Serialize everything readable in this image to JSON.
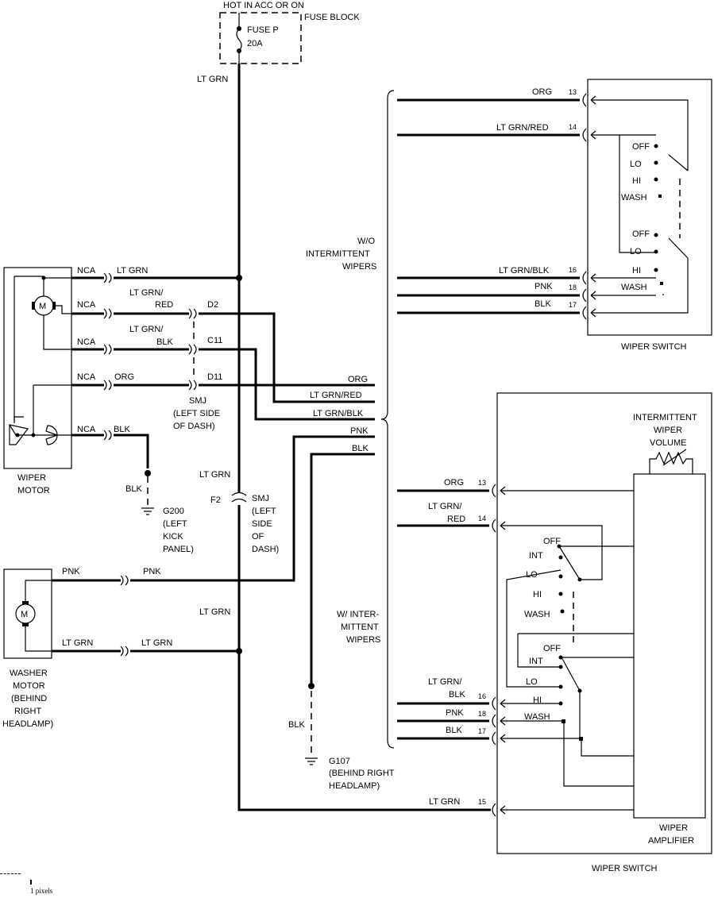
{
  "labels": {
    "hot_in": "HOT IN ACC OR ON",
    "fuse_block": "FUSE BLOCK",
    "fuse_name": "FUSE P",
    "fuse_rating": "20A",
    "lt_grn": "LT GRN",
    "nca": "NCA",
    "lt_grn_slash": "LT GRN/",
    "red": "RED",
    "blk": "BLK",
    "org": "ORG",
    "pnk": "PNK",
    "d2": "D2",
    "c11": "C11",
    "d11": "D11",
    "smj": "SMJ",
    "left_side_of_dash_1": "(LEFT SIDE",
    "left_side_of_dash_2": "OF DASH)",
    "wiper_motor_1": "WIPER",
    "wiper_motor_2": "MOTOR",
    "g200": "G200",
    "g200_loc_1": "(LEFT",
    "g200_loc_2": "KICK",
    "g200_loc_3": "PANEL)",
    "f2": "F2",
    "smj_left": "(LEFT",
    "smj_side": "SIDE",
    "smj_of": "OF",
    "smj_dash": "DASH)",
    "washer_1": "WASHER",
    "washer_2": "MOTOR",
    "washer_3": "(BEHIND",
    "washer_4": "RIGHT",
    "washer_5": "HEADLAMP)",
    "g107": "G107",
    "g107_loc_1": "(BEHIND RIGHT",
    "g107_loc_2": "HEADLAMP)",
    "wo_1": "W/O",
    "wo_2": "INTERMITTENT",
    "wo_3": "WIPERS",
    "w_1": "W/ INTER-",
    "w_2": "MITTENT",
    "w_3": "WIPERS",
    "lt_grn_red": "LT GRN/RED",
    "lt_grn_blk": "LT GRN/BLK",
    "off": "OFF",
    "lo": "LO",
    "hi": "HI",
    "wash": "WASH",
    "int": "INT",
    "wiper_switch": "WIPER SWITCH",
    "intermittent_1": "INTERMITTENT",
    "intermittent_2": "WIPER",
    "intermittent_3": "VOLUME",
    "wiper_amp_1": "WIPER",
    "wiper_amp_2": "AMPLIFIER",
    "pin_13": "13",
    "pin_14": "14",
    "pin_15": "15",
    "pin_16": "16",
    "pin_17": "17",
    "pin_18": "18",
    "motor_symbol": "M",
    "caption": "1 pixels"
  }
}
